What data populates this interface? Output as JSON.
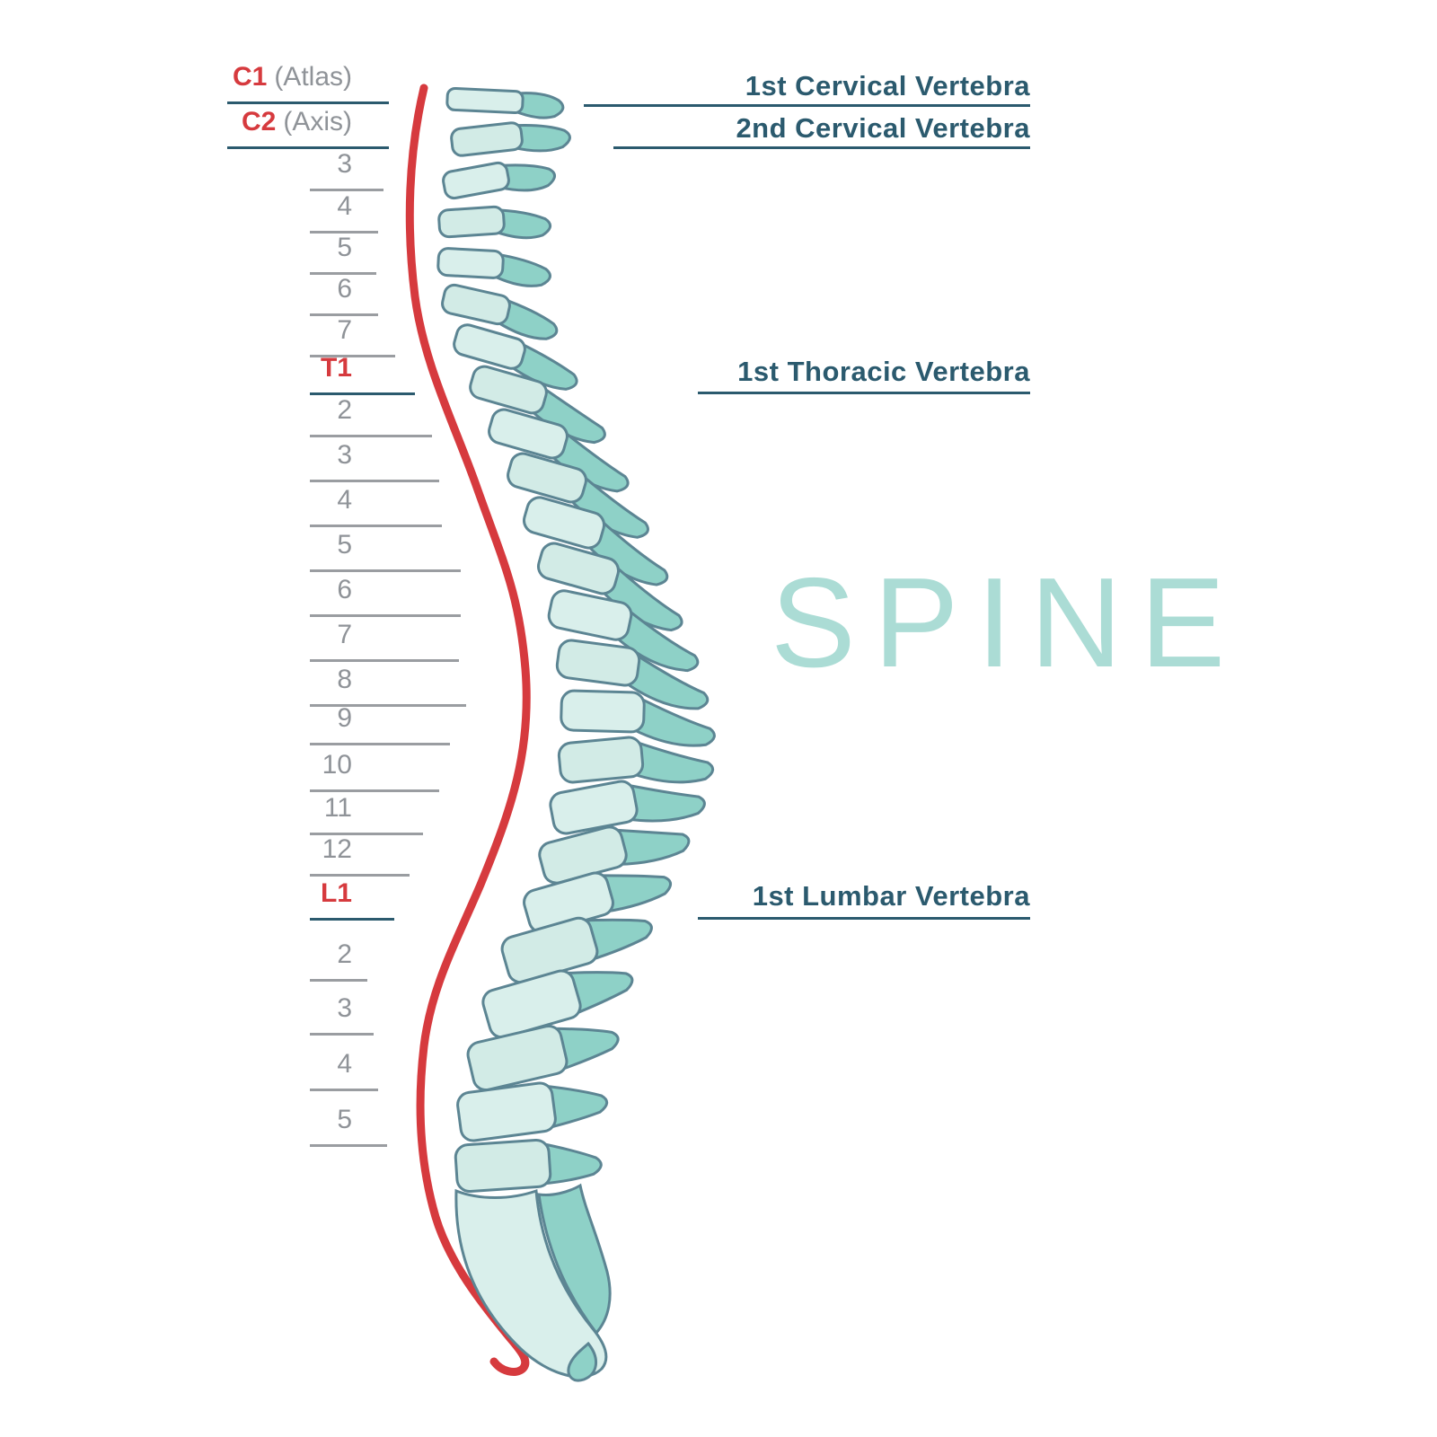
{
  "title": "SPINE",
  "colors": {
    "red": "#d63a3e",
    "navy": "#2b5a6e",
    "gray": "#8f9398",
    "spine_body_fill": "#d9efeb",
    "spine_process_fill": "#8ed1c7",
    "spine_outline": "#5c8593",
    "title_teal": "#abdcd5"
  },
  "left_labels": [
    {
      "key": "C1",
      "suffix": "(Atlas)",
      "emphasis": true
    },
    {
      "key": "C2",
      "suffix": "(Axis)",
      "emphasis": true
    },
    {
      "key": "3"
    },
    {
      "key": "4"
    },
    {
      "key": "5"
    },
    {
      "key": "6"
    },
    {
      "key": "7"
    },
    {
      "key": "T1",
      "emphasis": true
    },
    {
      "key": "2"
    },
    {
      "key": "3"
    },
    {
      "key": "4"
    },
    {
      "key": "5"
    },
    {
      "key": "6"
    },
    {
      "key": "7"
    },
    {
      "key": "8"
    },
    {
      "key": "9"
    },
    {
      "key": "10"
    },
    {
      "key": "11"
    },
    {
      "key": "12"
    },
    {
      "key": "L1",
      "emphasis": true
    },
    {
      "key": "2"
    },
    {
      "key": "3"
    },
    {
      "key": "4"
    },
    {
      "key": "5"
    }
  ],
  "annotations": [
    {
      "text": "1st Cervical Vertebra"
    },
    {
      "text": "2nd Cervical Vertebra"
    },
    {
      "text": "1st Thoracic Vertebra"
    },
    {
      "text": "1st Lumbar Vertebra"
    }
  ]
}
